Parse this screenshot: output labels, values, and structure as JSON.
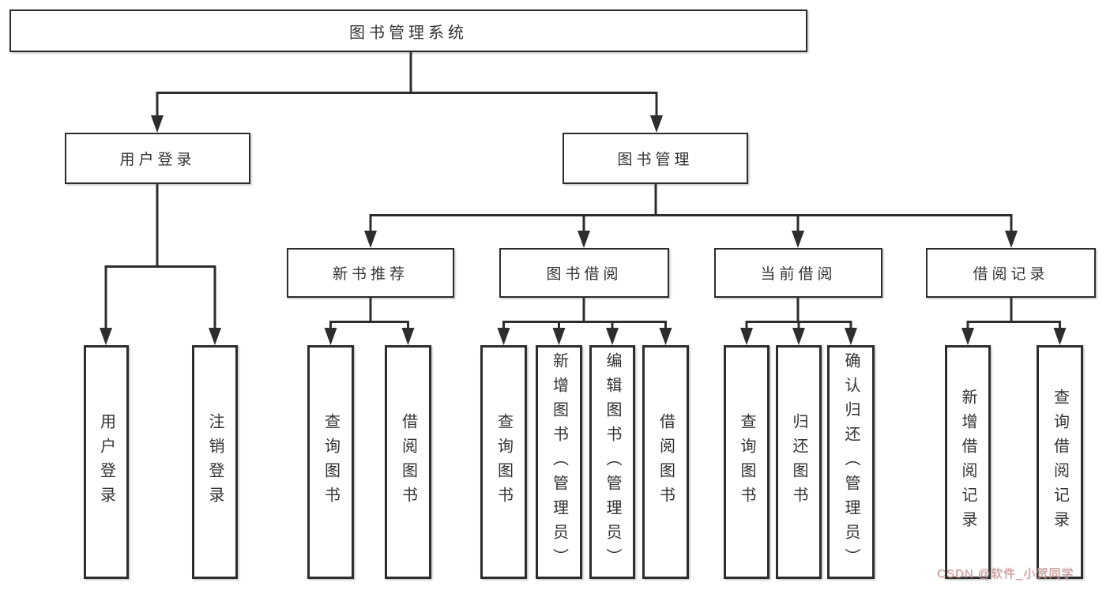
{
  "tree": {
    "root": {
      "label": "图书管理系统"
    },
    "user_login": {
      "label": "用户登录",
      "children": [
        {
          "label": "用户登录"
        },
        {
          "label": "注销登录"
        }
      ]
    },
    "book_mgmt": {
      "label": "图书管理",
      "sections": [
        {
          "label": "新书推荐",
          "children": [
            {
              "label": "查询图书"
            },
            {
              "label": "借阅图书"
            }
          ]
        },
        {
          "label": "图书借阅",
          "children": [
            {
              "label": "查询图书"
            },
            {
              "label": "新增图书（管理员）"
            },
            {
              "label": "编辑图书（管理员）"
            },
            {
              "label": "借阅图书"
            }
          ]
        },
        {
          "label": "当前借阅",
          "children": [
            {
              "label": "查询图书"
            },
            {
              "label": "归还图书"
            },
            {
              "label": "确认归还（管理员）"
            }
          ]
        },
        {
          "label": "借阅记录",
          "children": [
            {
              "label": "新增借阅记录"
            },
            {
              "label": "查询借阅记录"
            }
          ]
        }
      ]
    }
  },
  "watermark": {
    "text": "CSDN @软件_小贺同学"
  },
  "colors": {
    "line": "#2d2d2d",
    "text": "#333333",
    "background": "#ffffff",
    "box_fill": "#ffffff",
    "watermark": "#d79b9b"
  }
}
